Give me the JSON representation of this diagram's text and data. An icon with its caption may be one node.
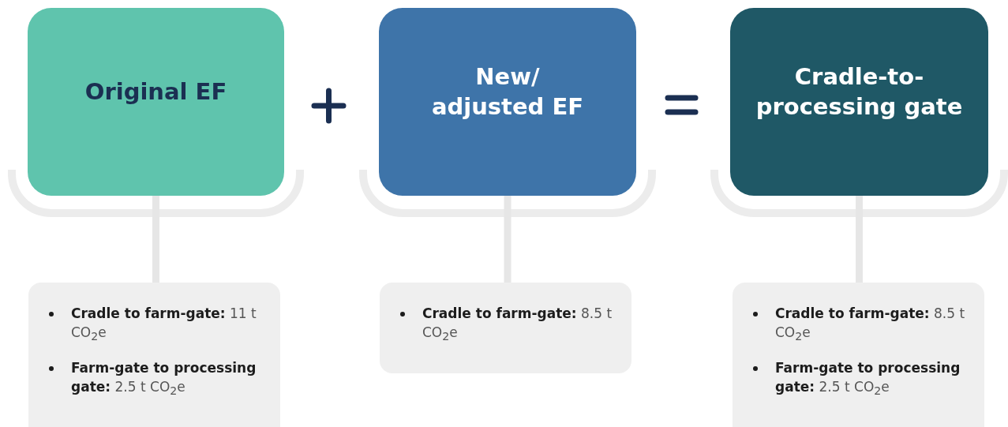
{
  "diagram": {
    "nodes": [
      {
        "text": [
          "Original EF"
        ]
      },
      {
        "text": [
          "**Cradle to farm-gate:** 11 t CO$_{2}$e",
          "**Farm-gate to processing gate:** 2.5 t CO$_{2}$e"
        ]
      },
      {
        "text": [
          "New/ adjusted EF"
        ]
      },
      {
        "text": [
          "**Cradle to farm-gate:** 8.5 t CO$_{2}$e"
        ]
      },
      {
        "text": [
          "Cradle-to- processing gate"
        ]
      },
      {
        "text": [
          "**Cradle to farm-gate:** 8.5 t CO$_{2}$e",
          "**Farm-gate to processing gate:** 2.5 t CO$_{2}$e"
        ]
      }
    ],
    "edges": [
      {
        "from": 0,
        "to": 1,
        "arrow": "none"
      },
      {
        "from": 2,
        "to": 3,
        "arrow": "none"
      },
      {
        "from": 4,
        "to": 5,
        "arrow": "none"
      }
    ]
  }
}
